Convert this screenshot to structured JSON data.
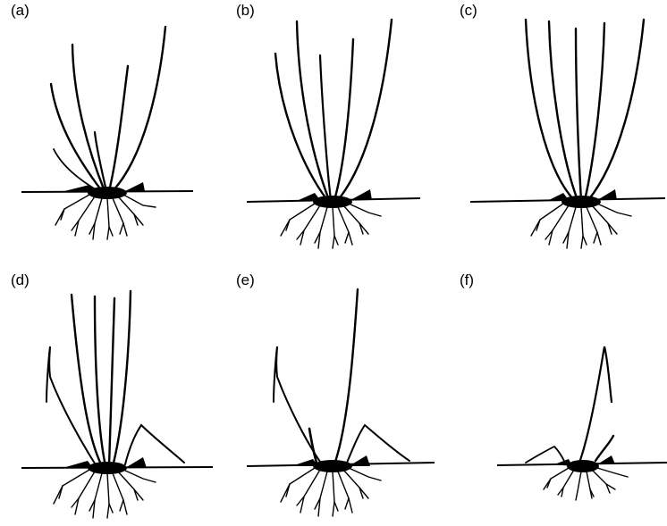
{
  "figure": {
    "panels": [
      {
        "id": "a",
        "label": "(a)"
      },
      {
        "id": "b",
        "label": "(b)"
      },
      {
        "id": "c",
        "label": "(c)"
      },
      {
        "id": "d",
        "label": "(d)"
      },
      {
        "id": "e",
        "label": "(e)"
      },
      {
        "id": "f",
        "label": "(f)"
      }
    ]
  },
  "colors": {
    "ink": "#000000",
    "background": "#ffffff"
  }
}
